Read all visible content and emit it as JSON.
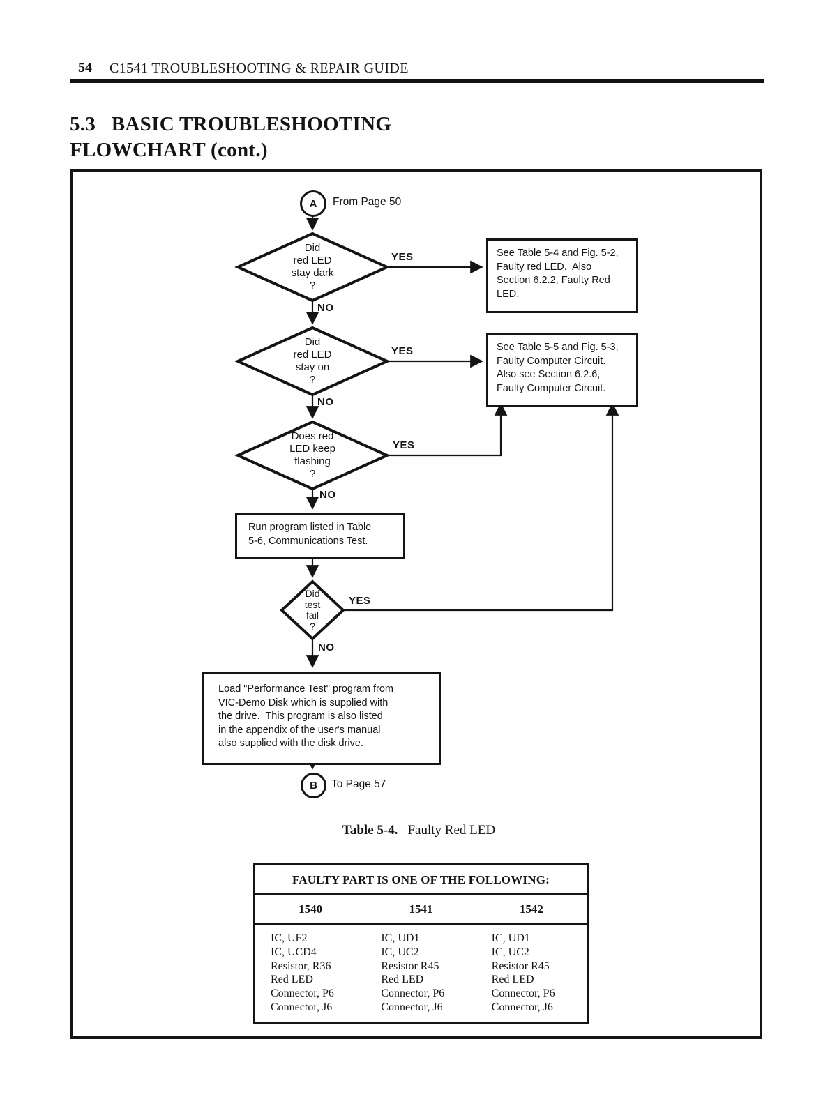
{
  "page": {
    "number": "54",
    "header_title": "C1541 TROUBLESHOOTING & REPAIR GUIDE",
    "section_title_line1": "5.3   BASIC TROUBLESHOOTING",
    "section_title_line2": "FLOWCHART (cont.)"
  },
  "flowchart": {
    "start": {
      "label": "A",
      "note": "From Page 50"
    },
    "d1": {
      "lines": [
        "Did",
        "red LED",
        "stay dark",
        "?"
      ],
      "yes": "YES",
      "no": "NO"
    },
    "a1": {
      "lines": [
        "See Table 5-4 and Fig. 5-2,",
        "Faulty red LED.  Also",
        "Section 6.2.2, Faulty Red",
        "LED."
      ]
    },
    "d2": {
      "lines": [
        "Did",
        "red LED",
        "stay on",
        "?"
      ],
      "yes": "YES",
      "no": "NO"
    },
    "a2": {
      "lines": [
        "See Table 5-5 and Fig. 5-3,",
        "Faulty Computer Circuit.",
        "Also see Section 6.2.6,",
        "Faulty Computer Circuit."
      ]
    },
    "d3": {
      "lines": [
        "Does red",
        "LED keep",
        "flashing",
        "?"
      ],
      "yes": "YES",
      "no": "NO"
    },
    "p1": {
      "lines": [
        "Run program listed in Table",
        "5-6, Communications Test."
      ]
    },
    "d4": {
      "lines": [
        "Did",
        "test",
        "fail",
        "?"
      ],
      "yes": "YES",
      "no": "NO"
    },
    "p2": {
      "lines": [
        "Load \"Performance Test\" program from",
        "VIC-Demo Disk which is supplied with",
        "the drive.  This program is also listed",
        "in the appendix of the user's manual",
        "also supplied with the disk drive."
      ]
    },
    "end": {
      "label": "B",
      "note": "To Page 57"
    }
  },
  "table": {
    "caption_label": "Table 5-4.",
    "caption_text": "Faulty Red LED",
    "header": "FAULTY PART IS ONE OF THE FOLLOWING:",
    "columns": [
      "1540",
      "1541",
      "1542"
    ],
    "rows": [
      [
        "IC, UF2",
        "IC, UD1",
        "IC, UD1"
      ],
      [
        "IC, UCD4",
        "IC, UC2",
        "IC, UC2"
      ],
      [
        "Resistor, R36",
        "Resistor R45",
        "Resistor R45"
      ],
      [
        "Red LED",
        "Red LED",
        "Red LED"
      ],
      [
        "Connector, P6",
        "Connector, P6",
        "Connector, P6"
      ],
      [
        "Connector, J6",
        "Connector, J6",
        "Connector, J6"
      ]
    ]
  },
  "colors": {
    "ink": "#141414",
    "paper": "#fefefe"
  }
}
